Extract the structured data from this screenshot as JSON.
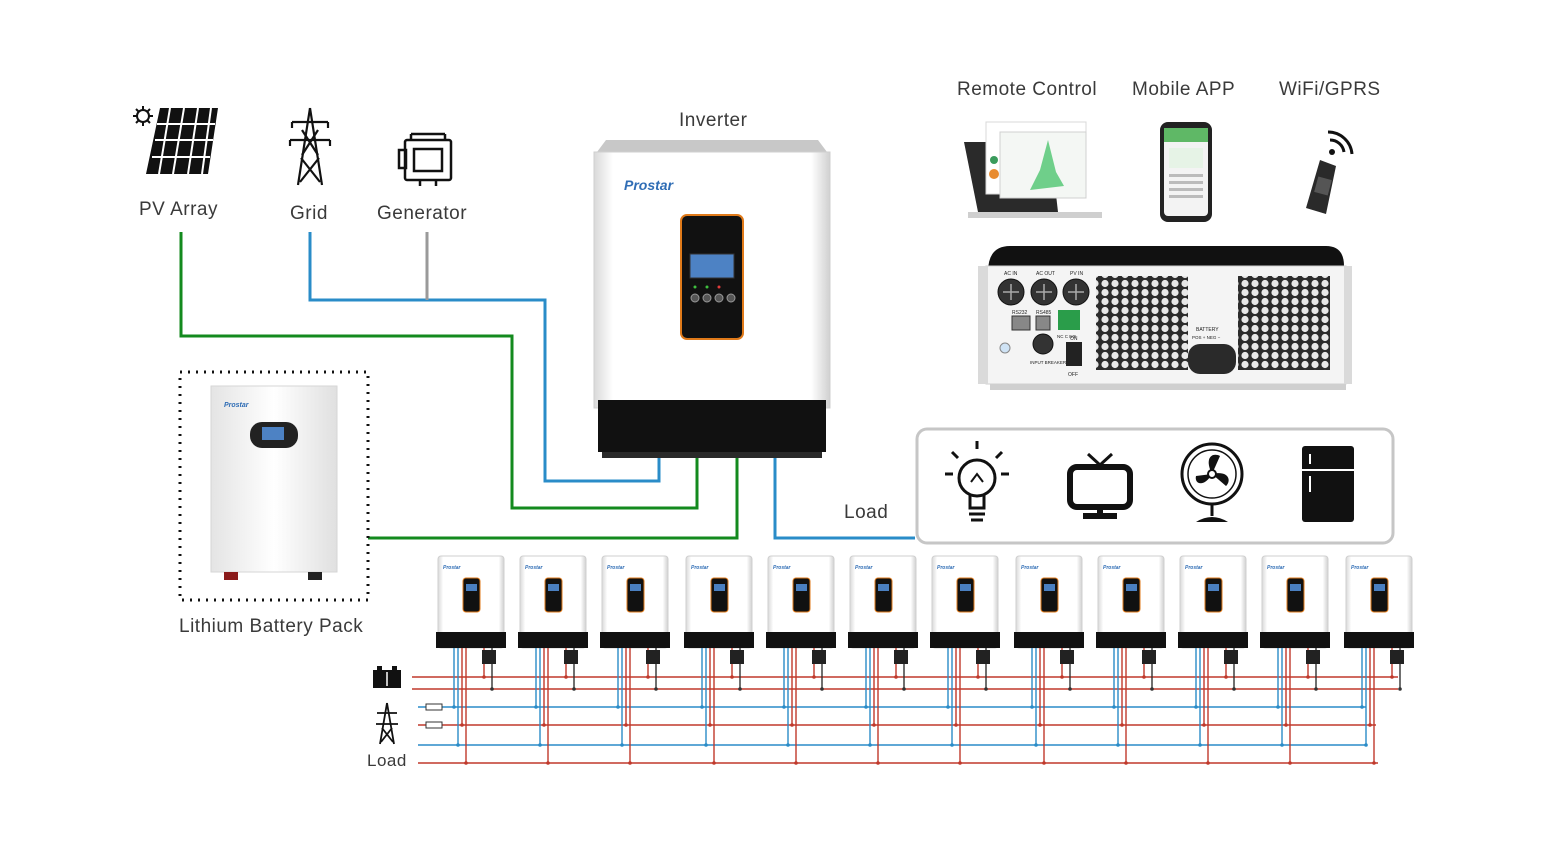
{
  "labels": {
    "pv_array": "PV Array",
    "grid": "Grid",
    "generator": "Generator",
    "inverter": "Inverter",
    "lithium_battery": "Lithium Battery Pack",
    "load": "Load",
    "remote_control": "Remote Control",
    "mobile_app": "Mobile APP",
    "wifi_gprs": "WiFi/GPRS",
    "parallel_load": "Load"
  },
  "brand": {
    "name": "Prostar",
    "color": "#2f6db5"
  },
  "rear_panel": {
    "ac_in": "AC IN",
    "ac_out": "AC OUT",
    "pv_in": "PV IN",
    "rs232": "RS232",
    "rs485": "RS485",
    "nc_c_no": "NC C NO",
    "input_breaker": "INPUT BREAKER",
    "on": "ON",
    "off": "OFF",
    "battery": "BATTERY",
    "pos_neg": "POS +   NEG −"
  },
  "colors": {
    "pv_line": "#138a1e",
    "grid_line": "#2a8cc8",
    "generator_line": "#9a9a9a",
    "parallel_red": "#c0392b",
    "parallel_blue": "#2a8cc8"
  },
  "icons": {
    "pv": "solar-panel-icon",
    "grid": "transmission-tower-icon",
    "generator": "generator-icon",
    "remote": "laptop-dashboard-icon",
    "mobile": "smartphone-icon",
    "wifi": "wifi-dongle-icon",
    "loads": [
      "light-bulb-icon",
      "tv-icon",
      "fan-icon",
      "refrigerator-icon"
    ]
  },
  "parallel_inverter_count": 12
}
